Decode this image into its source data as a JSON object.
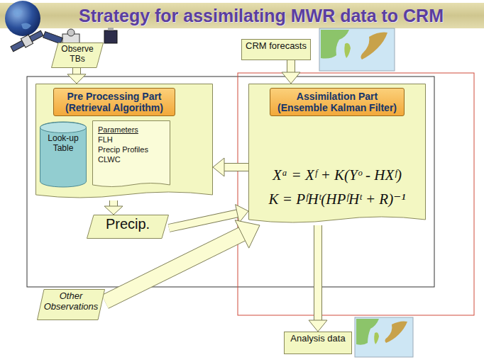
{
  "diagram": {
    "title": "Strategy for assimilating MWR data to CRM",
    "nodes": [
      {
        "text": [
          "Observe TBs"
        ]
      },
      {
        "text": [
          "CRM forecasts"
        ]
      },
      {
        "text": [
          "Pre Processing Part (Retrieval Algorithm)"
        ]
      },
      {
        "text": [
          "Look-up Table"
        ],
        "in": 2
      },
      {
        "text": [
          "Parameters",
          "FLH",
          "Precip Profiles",
          "CLWC"
        ],
        "in": 2
      },
      {
        "text": [
          "Precip."
        ]
      },
      {
        "text": [
          "Assimilation Part (Ensemble Kalman Filter)",
          "Xᵃ = Xᶠ + K(Yᵒ - HXᶠ)",
          "K = PᶠHᵗ(HPᶠHᵗ + R)⁻¹"
        ]
      },
      {
        "text": [
          "Other Observations"
        ]
      },
      {
        "text": [
          "Analysis data"
        ]
      }
    ],
    "edges": [
      {
        "from": 0,
        "to": 2,
        "arrow": "to"
      },
      {
        "from": 1,
        "to": 6,
        "arrow": "to"
      },
      {
        "from": 6,
        "to": 2,
        "arrow": "to"
      },
      {
        "from": 2,
        "to": 5,
        "arrow": "to"
      },
      {
        "from": 5,
        "to": 6,
        "arrow": "to"
      },
      {
        "from": 7,
        "to": 6,
        "arrow": "to"
      },
      {
        "from": 6,
        "to": 8,
        "arrow": "to"
      }
    ]
  }
}
